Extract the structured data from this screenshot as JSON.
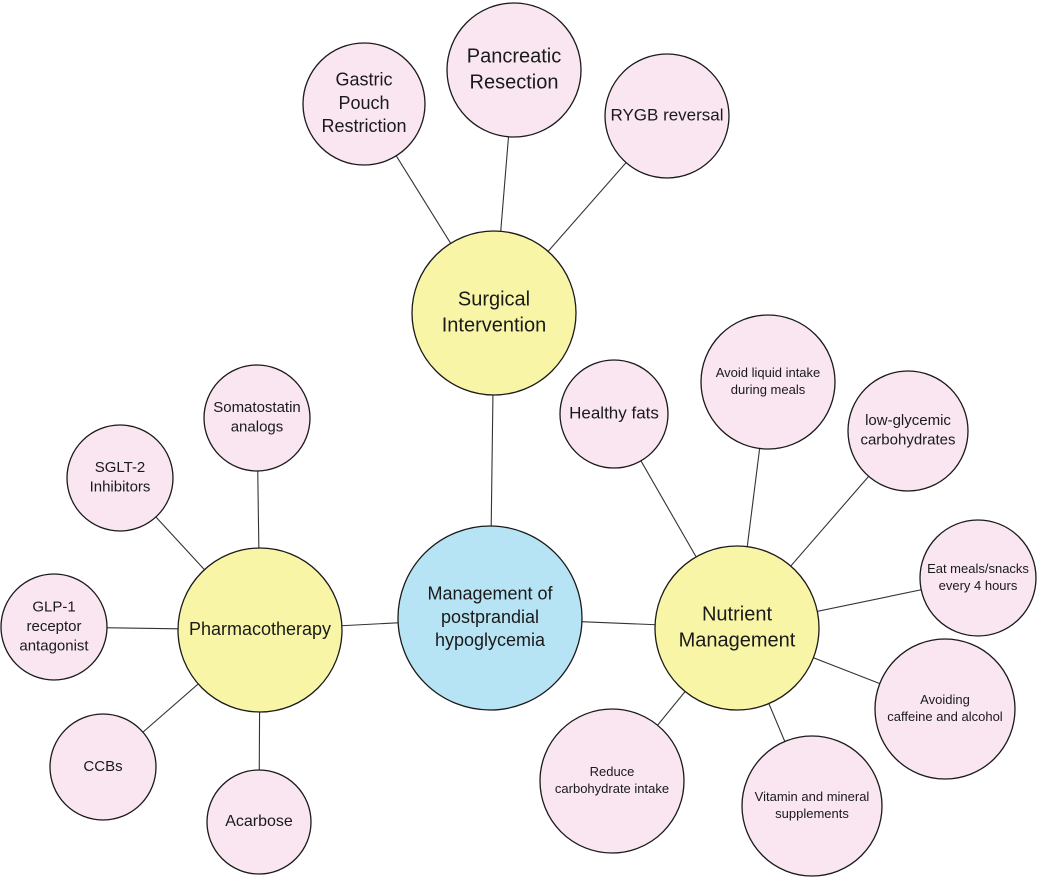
{
  "colors": {
    "central": "#b7e4f5",
    "category": "#f8f5a6",
    "leaf": "#f9e6f1",
    "stroke": "#1a1a1a",
    "edge": "#333333"
  },
  "nodes": [
    {
      "id": "central",
      "kind": "central",
      "lines": [
        "Management of",
        "postprandial",
        "hypoglycemia"
      ]
    },
    {
      "id": "surgical",
      "kind": "category",
      "lines": [
        "Surgical",
        "Intervention"
      ]
    },
    {
      "id": "pharma",
      "kind": "category",
      "lines": [
        "Pharmacotherapy"
      ]
    },
    {
      "id": "nutrient",
      "kind": "category",
      "lines": [
        "Nutrient",
        "Management"
      ]
    },
    {
      "id": "gastric",
      "kind": "leaf",
      "lines": [
        "Gastric",
        "Pouch",
        "Restriction"
      ]
    },
    {
      "id": "pancreatic",
      "kind": "leaf",
      "lines": [
        "Pancreatic",
        "Resection"
      ]
    },
    {
      "id": "rygb",
      "kind": "leaf",
      "lines": [
        "RYGB reversal"
      ]
    },
    {
      "id": "somatostatin",
      "kind": "leaf",
      "lines": [
        "Somatostatin",
        "analogs"
      ]
    },
    {
      "id": "sglt2",
      "kind": "leaf",
      "lines": [
        "SGLT-2",
        "Inhibitors"
      ]
    },
    {
      "id": "glp1",
      "kind": "leaf",
      "lines": [
        "GLP-1",
        "receptor",
        "antagonist"
      ]
    },
    {
      "id": "ccbs",
      "kind": "leaf",
      "lines": [
        "CCBs"
      ]
    },
    {
      "id": "acarbose",
      "kind": "leaf",
      "lines": [
        "Acarbose"
      ]
    },
    {
      "id": "healthy-fats",
      "kind": "leaf",
      "lines": [
        "Healthy fats"
      ]
    },
    {
      "id": "avoid-liquid",
      "kind": "leaf",
      "lines": [
        "Avoid liquid intake",
        "during meals"
      ]
    },
    {
      "id": "low-glycemic",
      "kind": "leaf",
      "lines": [
        "low-glycemic",
        "carbohydrates"
      ]
    },
    {
      "id": "eat-meals",
      "kind": "leaf",
      "lines": [
        "Eat meals/snacks",
        "every 4 hours"
      ]
    },
    {
      "id": "avoid-caffeine",
      "kind": "leaf",
      "lines": [
        "Avoiding",
        "caffeine and alcohol"
      ]
    },
    {
      "id": "vitamin",
      "kind": "leaf",
      "lines": [
        "Vitamin and mineral",
        "supplements"
      ]
    },
    {
      "id": "reduce-carb",
      "kind": "leaf",
      "lines": [
        "Reduce",
        "carbohydrate intake"
      ]
    }
  ],
  "edges": [
    [
      "central",
      "surgical"
    ],
    [
      "central",
      "pharma"
    ],
    [
      "central",
      "nutrient"
    ],
    [
      "surgical",
      "gastric"
    ],
    [
      "surgical",
      "pancreatic"
    ],
    [
      "surgical",
      "rygb"
    ],
    [
      "pharma",
      "somatostatin"
    ],
    [
      "pharma",
      "sglt2"
    ],
    [
      "pharma",
      "glp1"
    ],
    [
      "pharma",
      "ccbs"
    ],
    [
      "pharma",
      "acarbose"
    ],
    [
      "nutrient",
      "healthy-fats"
    ],
    [
      "nutrient",
      "avoid-liquid"
    ],
    [
      "nutrient",
      "low-glycemic"
    ],
    [
      "nutrient",
      "eat-meals"
    ],
    [
      "nutrient",
      "avoid-caffeine"
    ],
    [
      "nutrient",
      "vitamin"
    ],
    [
      "nutrient",
      "reduce-carb"
    ]
  ]
}
